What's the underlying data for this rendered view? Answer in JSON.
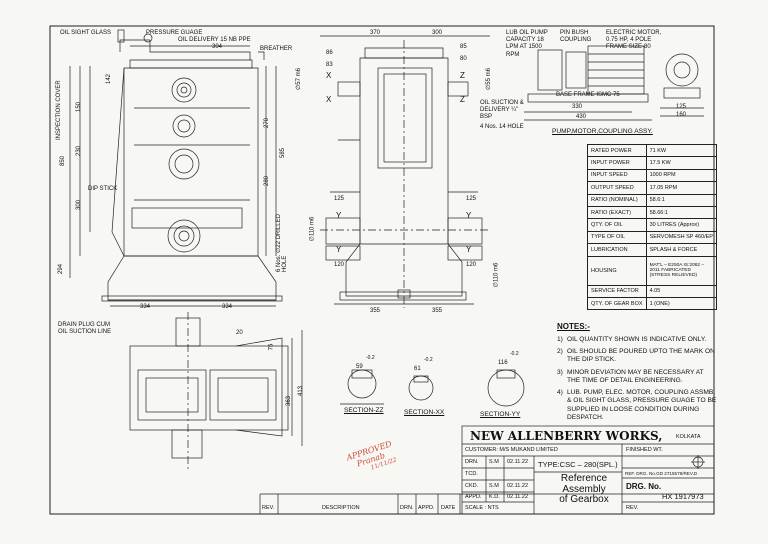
{
  "labels": {
    "oil_sight_glass": "OIL SIGHT GLASS",
    "pressure_guage": "PRESSURE GUAGE",
    "oil_delivery": "OIL DELIVERY 15 NB PPE",
    "breather": "BREATHER",
    "inspection_cover": "INSPECTION COVER",
    "dip_stick": "DIP STICK",
    "drilled_hole": "6 Nos. ∅22 DRILLED HOLE",
    "drain_plug": "DRAIN PLUG CUM OIL SUCTION LINE",
    "lub_oil_pump": "LUB OIL PUMP CAPACITY 18 LPM AT 1500 RPM",
    "pin_bush_coupling": "PIN BUSH COUPLING",
    "electric_motor": "ELECTRIC MOTOR, 0.75 HP, 4 POLE FRAME SIZE-80",
    "base_frame": "BASE FRAME ISMC 75",
    "oil_suction": "OIL SUCTION & DELIVERY ¼\" BSP",
    "holes": "4 Nos. 14 HOLE",
    "pump_assy": "PUMP,MOTOR,COUPLING ASSY.",
    "section_zz": "SECTION-ZZ",
    "section_xx": "SECTION-XX",
    "section_yy": "SECTION-YY"
  },
  "dims": {
    "d304": "304",
    "d370": "370",
    "d300": "300",
    "d86": "86",
    "d83": "83",
    "d85": "85",
    "d80": "80",
    "d142": "142",
    "d150": "150",
    "d230": "230",
    "d300v": "300",
    "d850": "850",
    "d294": "294",
    "d270": "270",
    "d585": "585",
    "d280": "280",
    "d334a": "334",
    "d334b": "334",
    "d125a": "125",
    "d120a": "120",
    "d125b": "125",
    "d120b": "120",
    "d355a": "355",
    "d355b": "355",
    "d330": "330",
    "d430": "430",
    "d125c": "125",
    "d160": "160",
    "d20": "20",
    "d75": "75",
    "d363": "363",
    "d413": "413",
    "d59": "59",
    "d61": "61",
    "d116": "116",
    "d02a": "-0.2",
    "d02b": "-0.2",
    "d02c": "-0.2",
    "shaft_in": "∅57 m6",
    "shaft_in2": "∅55 m6",
    "shaft_out": "∅110 m6",
    "shaft_out2": "∅110 m6",
    "letter_x1": "X",
    "letter_x2": "X",
    "letter_z1": "Z",
    "letter_z2": "Z",
    "letter_y1": "Y",
    "letter_y2": "Y",
    "letter_y3": "Y",
    "letter_y4": "Y"
  },
  "specs": [
    {
      "label": "RATED POWER",
      "value": "71 KW"
    },
    {
      "label": "INPUT POWER",
      "value": "17.5 KW"
    },
    {
      "label": "INPUT SPEED",
      "value": "1000 RPM"
    },
    {
      "label": "OUTPUT SPEED",
      "value": "17.05 RPM"
    },
    {
      "label": "RATIO (NOMINAL)",
      "value": "58.6:1"
    },
    {
      "label": "RATIO (EXACT)",
      "value": "58.66:1"
    },
    {
      "label": "QTY. OF OIL",
      "value": "30 LITRES (Approx)"
    },
    {
      "label": "TYPE OF OIL",
      "value": "SERVOMESH SP 460/EP"
    },
    {
      "label": "LUBRICATION",
      "value": "SPLASH & FORCE"
    },
    {
      "label": "HOUSING",
      "value": "MAT'L – E250A IS:2062 – 2011 FABRICATED (STRESS RELIEVED)"
    },
    {
      "label": "SERVICE FACTOR",
      "value": "4.05"
    },
    {
      "label": "QTY. OF GEAR BOX",
      "value": "1 (ONE)"
    }
  ],
  "notes": {
    "heading": "NOTES:-",
    "items": [
      {
        "num": "1)",
        "text": "OIL QUANTITY SHOWN IS INDICATIVE ONLY."
      },
      {
        "num": "2)",
        "text": "OIL SHOULD BE POURED UPTO THE MARK ON THE DIP STICK."
      },
      {
        "num": "3)",
        "text": "MINOR DEVIATION MAY BE NECESSARY AT THE TIME OF DETAIL ENGINEERING."
      },
      {
        "num": "4)",
        "text": "LUB. PUMP, ELEC. MOTOR, COUPLING ASSMB. & OIL SIGHT GLASS, PRESSURE GUAGE TO BE SUPPLIED IN LOOSE CONDITION DURING DESPATCH."
      }
    ]
  },
  "title_block": {
    "company": "NEW ALLENBERRY WORKS,",
    "city": "KOLKATA",
    "customer": "CUSTOMER: M/S MUKAND LIMITED",
    "finished_wt": "FINISHED WT.",
    "type": "TYPE:CSC – 280(SPL.)",
    "drn": "DRN.",
    "drn_by": "S.M",
    "drn_date": "02.11.22",
    "tcd": "TCD.",
    "ckd": "CKD.",
    "ckd_by": "S.M",
    "ckd_date": "02.11.22",
    "appd": "APPD.",
    "appd_by": "K.D.",
    "appd_date": "02.11.22",
    "scale": "SCALE : NTS",
    "title1": "Reference",
    "title2": "Assembly",
    "title3": "of Gearbox",
    "ref_drg": "REF. DRG. No.GD 2715578/REV.D",
    "drg_no_label": "DRG. No.",
    "drg_no": "HX 1917973",
    "rev": "REV.",
    "rev_col": "REV.",
    "desc_col": "DESCRIPTION",
    "drn_col": "DRN.",
    "appd_col": "APPD.",
    "date_col": "DATE"
  },
  "stamp": {
    "line1": "APPROVED",
    "line2": "Pranab",
    "line3": "11/11/22"
  }
}
